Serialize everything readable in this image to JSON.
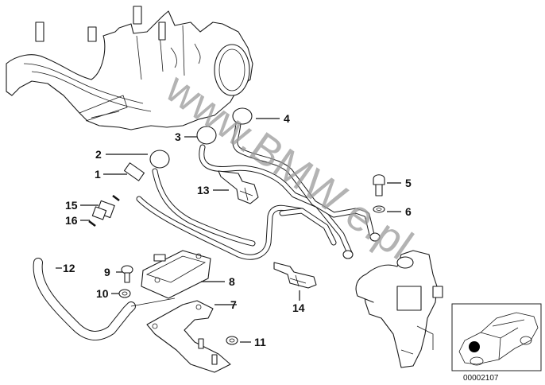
{
  "diagram": {
    "type": "exploded-parts-diagram",
    "subject": "Intake manifold with secondary air / vacuum hose assembly",
    "watermark": "www.BMW         e.pl",
    "callouts": [
      {
        "id": "1",
        "label": "1"
      },
      {
        "id": "2",
        "label": "2"
      },
      {
        "id": "3",
        "label": "3"
      },
      {
        "id": "4",
        "label": "4"
      },
      {
        "id": "5",
        "label": "5"
      },
      {
        "id": "6",
        "label": "6"
      },
      {
        "id": "7",
        "label": "7"
      },
      {
        "id": "8",
        "label": "8"
      },
      {
        "id": "9",
        "label": "9"
      },
      {
        "id": "10",
        "label": "10"
      },
      {
        "id": "11",
        "label": "11"
      },
      {
        "id": "12",
        "label": "12"
      },
      {
        "id": "13",
        "label": "13"
      },
      {
        "id": "14",
        "label": "14"
      },
      {
        "id": "15",
        "label": "15"
      },
      {
        "id": "16",
        "label": "16"
      }
    ],
    "inset": {
      "description": "Car location indicator (front engine bay marked)",
      "diagram_code": "00002107"
    }
  }
}
